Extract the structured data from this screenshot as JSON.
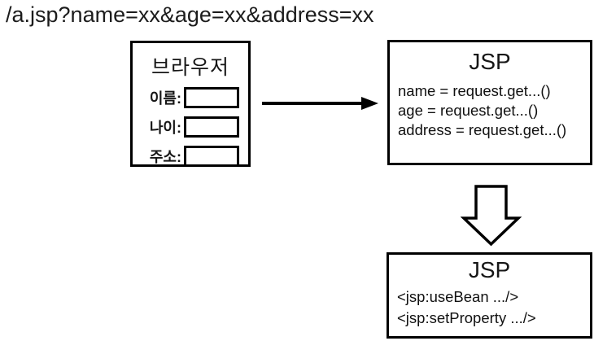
{
  "title": {
    "url": "/a.jsp?name=xx&age=xx&address=xx"
  },
  "browser": {
    "title": "브라우저",
    "fields": [
      {
        "label": "이름:"
      },
      {
        "label": "나이:"
      },
      {
        "label": "주소:"
      }
    ]
  },
  "jsp_request": {
    "title": "JSP",
    "lines": [
      "name = request.get...()",
      "age = request.get...()",
      "address = request.get...()"
    ]
  },
  "jsp_bean": {
    "title": "JSP",
    "lines": [
      "<jsp:useBean .../>",
      "<jsp:setProperty .../>"
    ]
  },
  "icons": {
    "right_arrow": "request-flow",
    "down_block_arrow": "forward-flow"
  },
  "colors": {
    "stroke": "#000000",
    "background": "#ffffff",
    "text": "#161616"
  }
}
